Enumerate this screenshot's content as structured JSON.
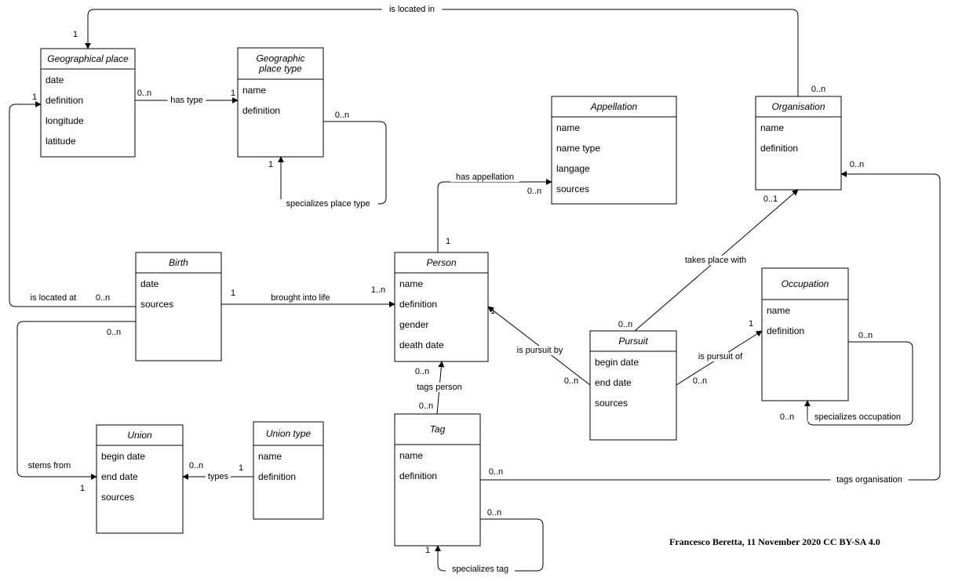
{
  "entities": [
    {
      "id": "geographical_place",
      "title": [
        "Geographical place"
      ],
      "attributes": [
        "date",
        "definition",
        "longitude",
        "latitude"
      ]
    },
    {
      "id": "geographic_place_type",
      "title": [
        "Geographic",
        "place type"
      ],
      "attributes": [
        "name",
        "definition"
      ]
    },
    {
      "id": "appellation",
      "title": [
        "Appellation"
      ],
      "attributes": [
        "name",
        "name type",
        "langage",
        "sources"
      ]
    },
    {
      "id": "organisation",
      "title": [
        "Organisation"
      ],
      "attributes": [
        "name",
        "definition"
      ]
    },
    {
      "id": "birth",
      "title": [
        "Birth"
      ],
      "attributes": [
        "date",
        "sources"
      ]
    },
    {
      "id": "person",
      "title": [
        "Person"
      ],
      "attributes": [
        "name",
        "definition",
        "gender",
        "death date"
      ]
    },
    {
      "id": "occupation",
      "title": [
        "Occupation"
      ],
      "attributes": [
        "name",
        "definition"
      ]
    },
    {
      "id": "pursuit",
      "title": [
        "Pursuit"
      ],
      "attributes": [
        "begin date",
        "end date",
        "sources"
      ]
    },
    {
      "id": "union",
      "title": [
        "Union"
      ],
      "attributes": [
        "begin date",
        "end date",
        "sources"
      ]
    },
    {
      "id": "union_type",
      "title": [
        "Union type"
      ],
      "attributes": [
        "name",
        "definition"
      ]
    },
    {
      "id": "tag",
      "title": [
        "Tag"
      ],
      "attributes": [
        "name",
        "definition"
      ]
    }
  ],
  "relations": [
    {
      "id": "is_located_in",
      "label": "is located in",
      "from": "organisation",
      "to": "geographical_place",
      "mult_from": "0..n",
      "mult_to": "1"
    },
    {
      "id": "has_type",
      "label": "has type",
      "from": "geographical_place",
      "to": "geographic_place_type",
      "mult_from": "0..n",
      "mult_to": "1"
    },
    {
      "id": "specializes_place_type",
      "label": "specializes place type",
      "from": "geographic_place_type",
      "to": "geographic_place_type",
      "mult_from": "0..n",
      "mult_to": "1"
    },
    {
      "id": "has_appellation",
      "label": "has appellation",
      "from": "person",
      "to": "appellation",
      "mult_from": "1",
      "mult_to": "0..n"
    },
    {
      "id": "is_located_at",
      "label": "is located at",
      "from": "birth",
      "to": "geographical_place",
      "mult_from": "0..n",
      "mult_to": "1"
    },
    {
      "id": "brought_into_life",
      "label": "brought into life",
      "from": "birth",
      "to": "person",
      "mult_from": "1",
      "mult_to": "1..n"
    },
    {
      "id": "stems_from",
      "label": "stems from",
      "from": "birth",
      "to": "union",
      "mult_from": "0..n",
      "mult_to": "1"
    },
    {
      "id": "takes_place_with",
      "label": "takes place with",
      "from": "pursuit",
      "to": "organisation",
      "mult_from": "0..n",
      "mult_to": "0..1"
    },
    {
      "id": "is_pursuit_by",
      "label": "is pursuit by",
      "from": "pursuit",
      "to": "person",
      "mult_from": "0..n",
      "mult_to": "1"
    },
    {
      "id": "is_pursuit_of",
      "label": "is pursuit of",
      "from": "pursuit",
      "to": "occupation",
      "mult_from": "0..n",
      "mult_to": "1"
    },
    {
      "id": "specializes_occupation",
      "label": "specializes occupation",
      "from": "occupation",
      "to": "occupation",
      "mult_from": "0..n",
      "mult_to": "0..n"
    },
    {
      "id": "tags_person",
      "label": "tags person",
      "from": "tag",
      "to": "person",
      "mult_from": "0..n",
      "mult_to": "0..n"
    },
    {
      "id": "types",
      "label": "types",
      "from": "union_type",
      "to": "union",
      "mult_from": "1",
      "mult_to": "0..n"
    },
    {
      "id": "tags_organisation",
      "label": "tags organisation",
      "from": "tag",
      "to": "organisation",
      "mult_from": "0..n",
      "mult_to": "0..n"
    },
    {
      "id": "specializes_tag",
      "label": "specializes tag",
      "from": "tag",
      "to": "tag",
      "mult_from": "0..n",
      "mult_to": "1"
    }
  ],
  "credit": "Francesco Beretta, 11 November 2020 CC BY-SA 4.0"
}
